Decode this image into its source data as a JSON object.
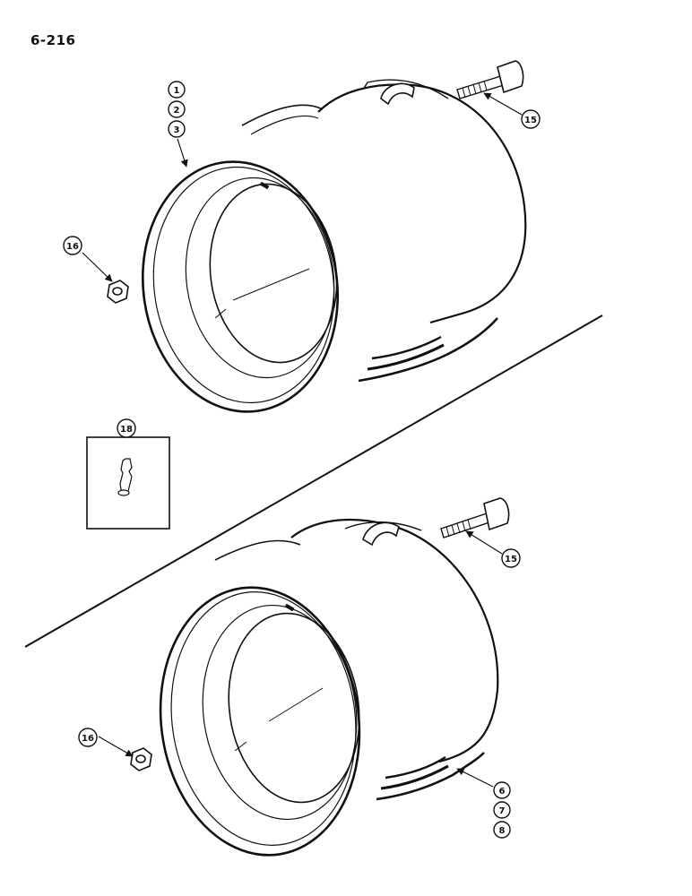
{
  "page": {
    "number": "6-216"
  },
  "callouts": {
    "c1": "1",
    "c2": "2",
    "c3": "3",
    "c15a": "15",
    "c16a": "16",
    "c18": "18",
    "c15b": "15",
    "c16b": "16",
    "c6": "6",
    "c7": "7",
    "c8": "8"
  }
}
